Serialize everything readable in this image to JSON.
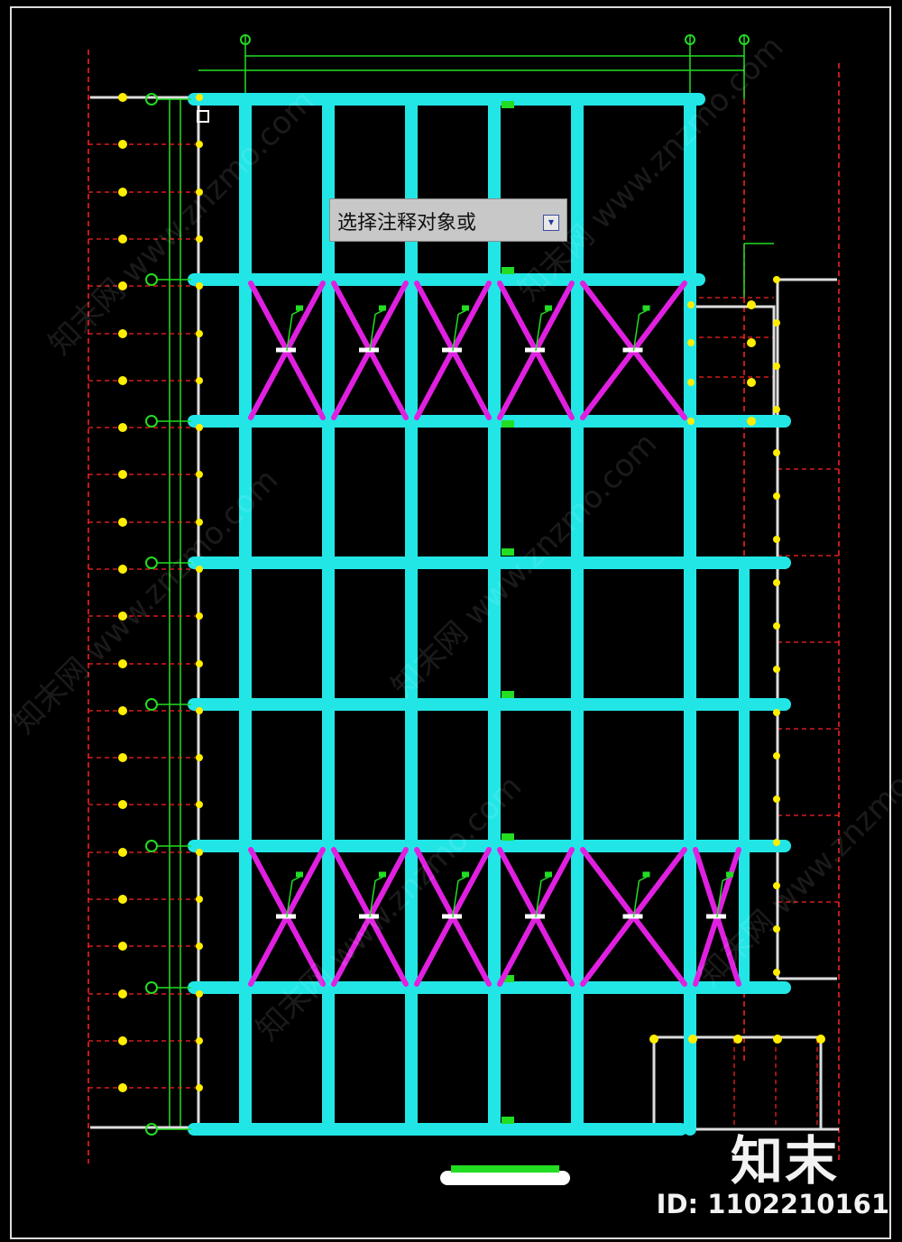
{
  "tooltip": {
    "text": "选择注释对象或",
    "button_glyph": "▾"
  },
  "watermark": {
    "logo": "知末",
    "id_text": "ID: 1102210161",
    "diagonal_text": "知末网 www.znzmo.com"
  },
  "colors": {
    "background": "#000000",
    "beam": "#22e6e6",
    "brace": "#e020e0",
    "dimension": "#22dd22",
    "axis": "#ff2222",
    "node": "#ffee00",
    "frame": "#dddddd"
  },
  "icons": {
    "cursor": "square-cursor-icon",
    "dropdown": "dropdown-arrow-icon"
  }
}
